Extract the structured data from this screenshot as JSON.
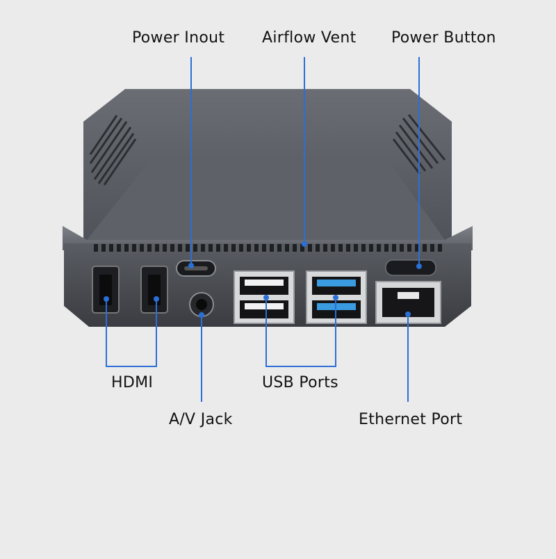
{
  "callouts": {
    "power_input": "Power Inout",
    "airflow_vent": "Airflow Vent",
    "power_button": "Power Button",
    "hdmi": "HDMI",
    "av_jack": "A/V Jack",
    "usb_ports": "USB Ports",
    "ethernet_port": "Ethernet Port"
  },
  "colors": {
    "background": "#ebebeb",
    "callout_line": "#2a6fd6",
    "case_dark": "#3b3d42",
    "case_mid": "#55585e",
    "case_light": "#8a8d92",
    "usb3_blue": "#3a9be0"
  }
}
